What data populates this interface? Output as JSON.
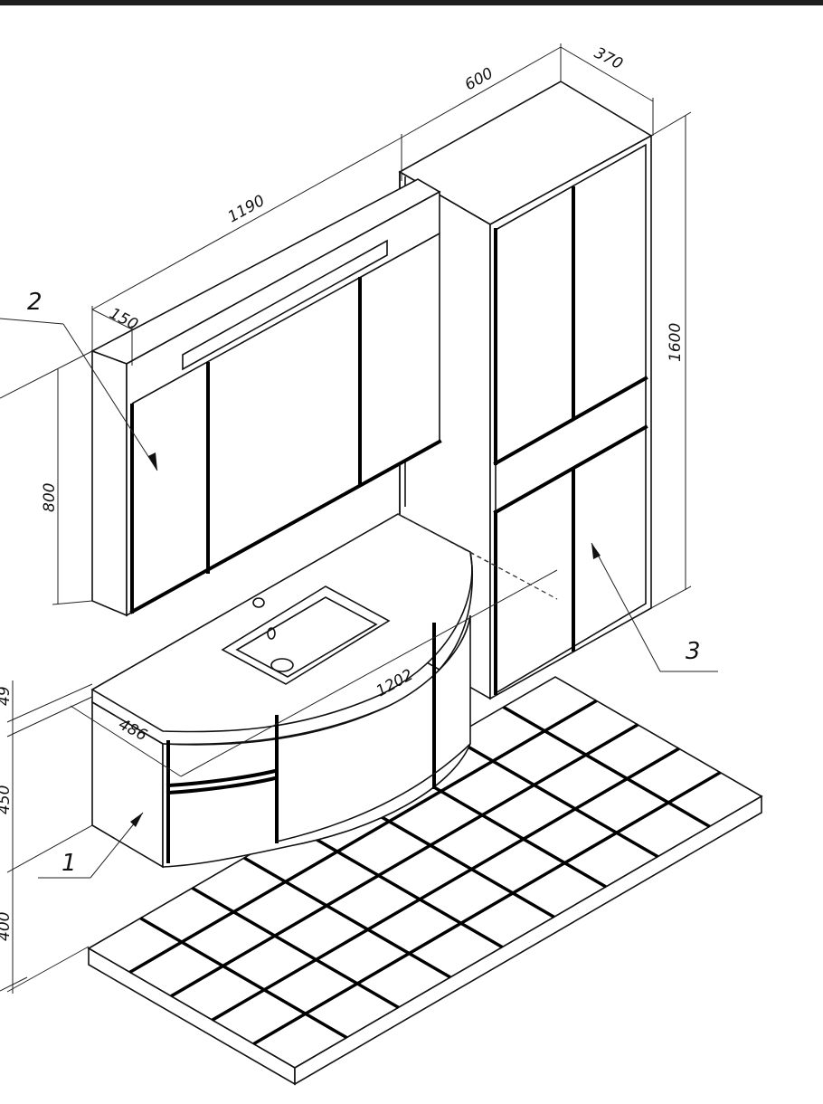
{
  "dimensions": {
    "mirror_cabinet_width": "1190",
    "mirror_cabinet_depth": "150",
    "mirror_cabinet_height": "800",
    "tall_cabinet_width": "600",
    "tall_cabinet_depth": "370",
    "tall_cabinet_height": "1600",
    "vanity_width": "1202",
    "vanity_depth": "486",
    "vanity_top_thickness": "49",
    "vanity_body_height": "450",
    "vanity_floor_clearance": "400"
  },
  "callouts": {
    "vanity": "1",
    "mirror_cabinet": "2",
    "tall_cabinet": "3"
  },
  "colors": {
    "line": "#111111",
    "paper": "#ffffff",
    "frame": "#1e1e1e"
  }
}
